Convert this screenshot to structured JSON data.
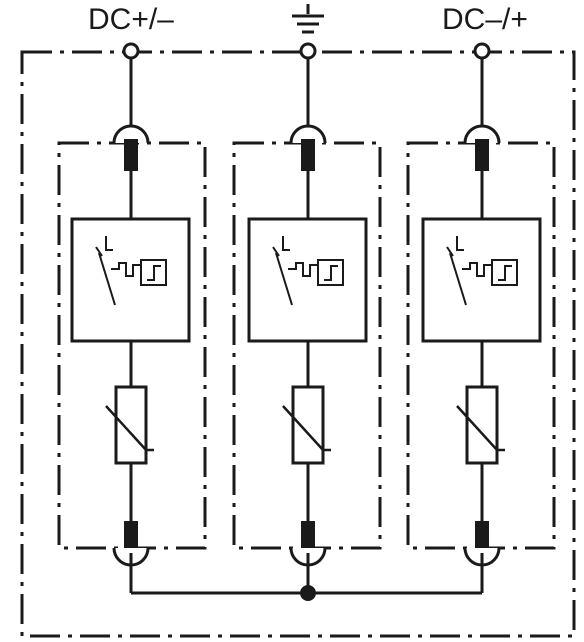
{
  "terminals": {
    "left_label": "DC+/–",
    "right_label": "DC–/+",
    "center_symbol": "ground-symbol"
  },
  "modules": [
    {
      "position": "left"
    },
    {
      "position": "center"
    },
    {
      "position": "right"
    }
  ],
  "colors": {
    "stroke": "#1a1a1a",
    "background": "#ffffff"
  }
}
